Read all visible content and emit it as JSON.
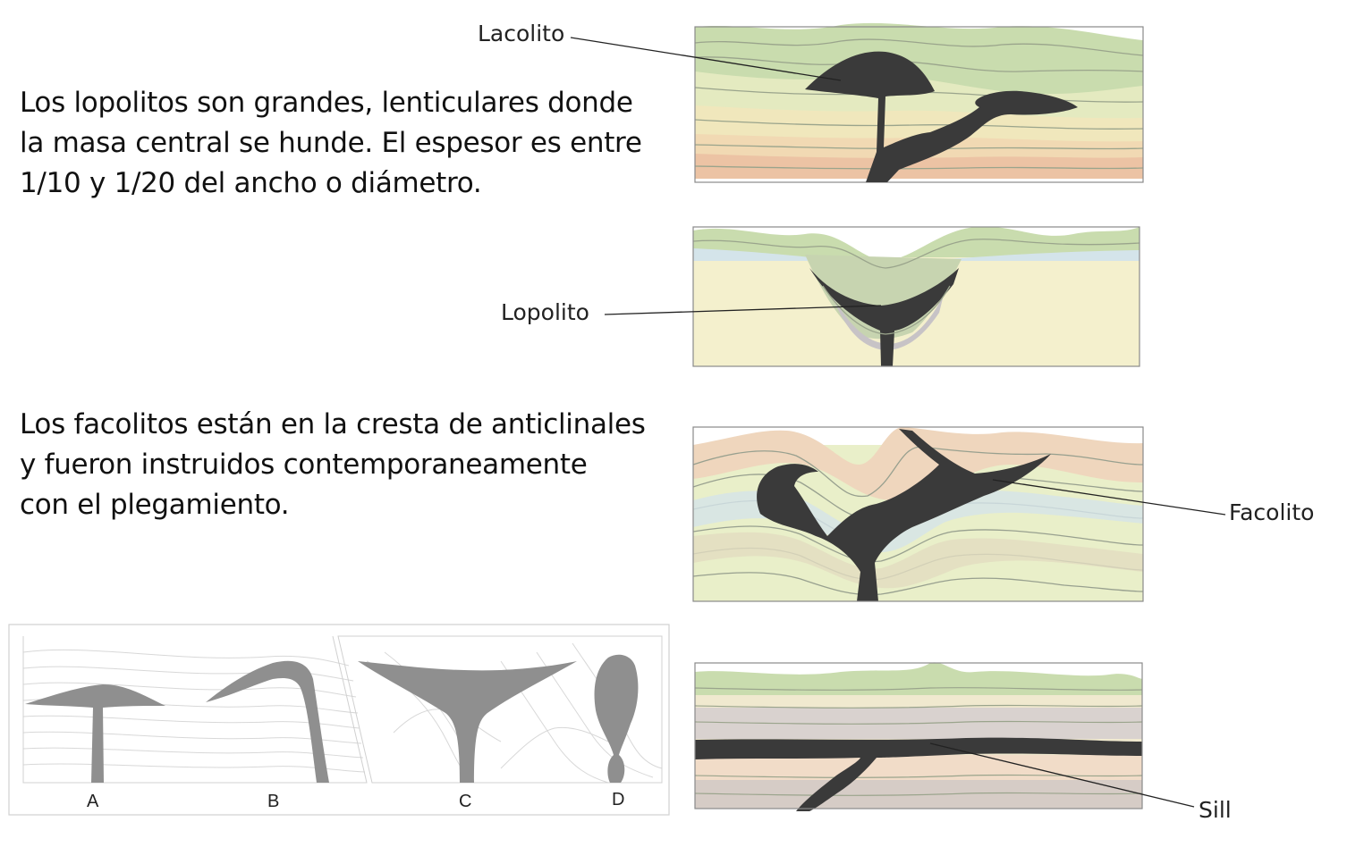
{
  "paragraphs": {
    "lopolitos": [
      "Los lopolitos son grandes, lenticulares donde",
      "la masa central se hunde. El espesor es entre",
      "1/10 y 1/20 del ancho o diámetro."
    ],
    "facolitos": [
      "Los facolitos están en la cresta de anticlinales",
      "y fueron instruidos contemporaneamente",
      "con el plegamiento."
    ]
  },
  "labels": {
    "lacolito": "Lacolito",
    "lopolito": "Lopolito",
    "facolito": "Facolito",
    "sill": "Sill"
  },
  "panel_letters": [
    "A",
    "B",
    "C",
    "D"
  ],
  "colors": {
    "intrusion": "#3a3a3a",
    "layer_green": "#c9dcae",
    "layer_yellow": "#eef0c8",
    "layer_tan": "#f1dcb4",
    "layer_salmon": "#ecc3a4",
    "layer_blue": "#d6e3e8",
    "layer_gray": "#d9d2cf",
    "schematic_fill": "#8f8f8f"
  }
}
